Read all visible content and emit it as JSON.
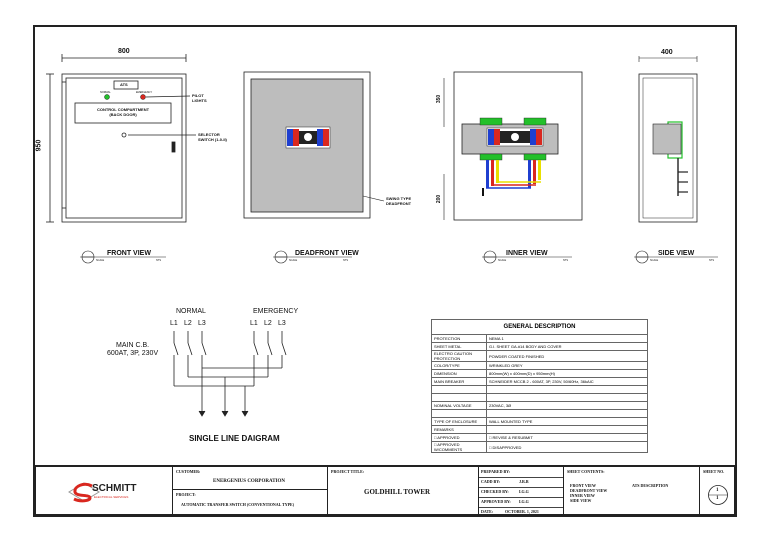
{
  "dimensions": {
    "width_800": "800",
    "width_400": "400",
    "height_950": "950",
    "inner_top": "350",
    "inner_bottom": "200"
  },
  "front": {
    "ats_label": "ATS",
    "pilot_lights": "PILOT\nLIGHTS",
    "compartment": "CONTROL COMPARTMENT\n(BACK DOOR)",
    "selector": "SELECTOR\nSWITCH (1-0-II)",
    "normal_small": "NORMAL",
    "emergency_small": "EMERGENCY"
  },
  "deadfront": {
    "swing": "SWING TYPE\nDEADFRONT"
  },
  "views": {
    "front": "FRONT VIEW",
    "deadfront": "DEADFRONT VIEW",
    "inner": "INNER VIEW",
    "side": "SIDE VIEW",
    "scale": "SCALE",
    "nts": "NTS"
  },
  "sld": {
    "normal": "NORMAL",
    "emergency": "EMERGENCY",
    "l1": "L1",
    "l2": "L2",
    "l3": "L3",
    "main_cb": "MAIN C.B.\n600AT, 3P, 230V",
    "title": "SINGLE LINE DAIGRAM"
  },
  "general_description": {
    "title": "GENERAL DESCRIPTION",
    "rows": [
      {
        "k": "PROTECTION",
        "v": "NEMA 1"
      },
      {
        "k": "SHEET METAL",
        "v": "G.I. SHEET GA.#14 BODY AND COVER"
      },
      {
        "k": "ELECTRO CAUTION PROTECTION",
        "v": "POWDER COATED FINISHED"
      },
      {
        "k": "COLOR/TYPE",
        "v": "WRINKLED GREY"
      },
      {
        "k": "DIMENSION",
        "v": "800mm(W) x 400mm(D) x 950mm(H)"
      },
      {
        "k": "MAIN BREAKER",
        "v": "SCHNEIDER MCCB 2 - 600AT, 3P, 230V, 50/60Hz, 36kAIC"
      },
      {
        "k": "",
        "v": ""
      },
      {
        "k": "",
        "v": ""
      },
      {
        "k": "NOMINAL VOLTAGE",
        "v": "230VAC, 3Ø"
      },
      {
        "k": "",
        "v": ""
      },
      {
        "k": "TYPE OF ENCLOSURE",
        "v": "WALL MOUNTED TYPE"
      },
      {
        "k": "REMARKS",
        "v": ""
      },
      {
        "k": "□ APPROVED",
        "v": "□ REVISE & RESUBMIT"
      },
      {
        "k": "□ APPROVED W/COMMENTS",
        "v": "□ DISAPPROVED"
      }
    ]
  },
  "title_block": {
    "logo_text": "SCHMITT",
    "logo_sub": "ELECTRICAL SERVICES",
    "customer_label": "CUSTOMER:",
    "customer": "ENERGENIUS CORPORATION",
    "project_label": "PROJECT:",
    "project": "AUTOMATIC TRANSFER SWITCH (CONVENTIONAL TYPE)",
    "project_title_label": "PROJECT TITLE:",
    "project_title": "GOLDHILL TOWER",
    "prepared_by_label": "PREPARED BY:",
    "cadd_by_label": "CADD BY:",
    "cadd_by": "J.R.B",
    "checked_by_label": "CHECKED BY:",
    "checked_by": "I.G.G",
    "approved_by_label": "APPROVED BY:",
    "approved_by": "I.G.G",
    "date_label": "DATE:",
    "date": "OCTOBER. 1, 2021",
    "sheet_contents_label": "SHEET CONTENTS:",
    "contents": [
      "FRONT VIEW",
      "DEADFRONT VIEW",
      "INNER VIEW",
      "SIDE VIEW"
    ],
    "contents_right": "ATS DESCRIPTION",
    "sheet_no_label": "SHEET NO.",
    "sheet_no_top": "1",
    "sheet_no_bottom": "1"
  },
  "colors": {
    "red": "#d9271f",
    "blue": "#1f3fd0",
    "green": "#22c02a",
    "yellow": "#e8e000",
    "grey": "#bdbdbd",
    "black": "#111111"
  }
}
